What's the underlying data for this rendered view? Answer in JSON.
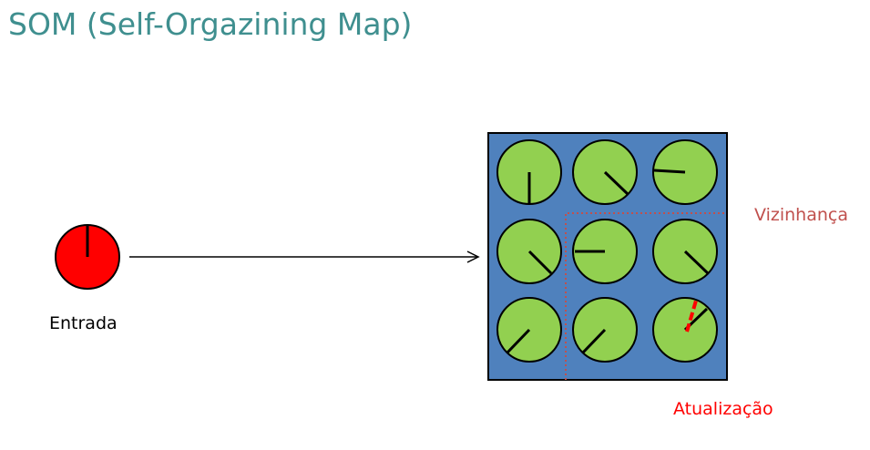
{
  "title": "SOM (Self-Orgazining Map)",
  "input_label": "Entrada",
  "neighborhood_label": "Vizinhança",
  "update_label": "Atualização",
  "colors": {
    "title": "#3f8f8f",
    "input_node": "#ff0000",
    "map_background": "#4f81bd",
    "map_node": "#92d050",
    "neighborhood": "#c0504d",
    "update": "#ff0000",
    "needle": "#000000",
    "text": "#000000"
  }
}
